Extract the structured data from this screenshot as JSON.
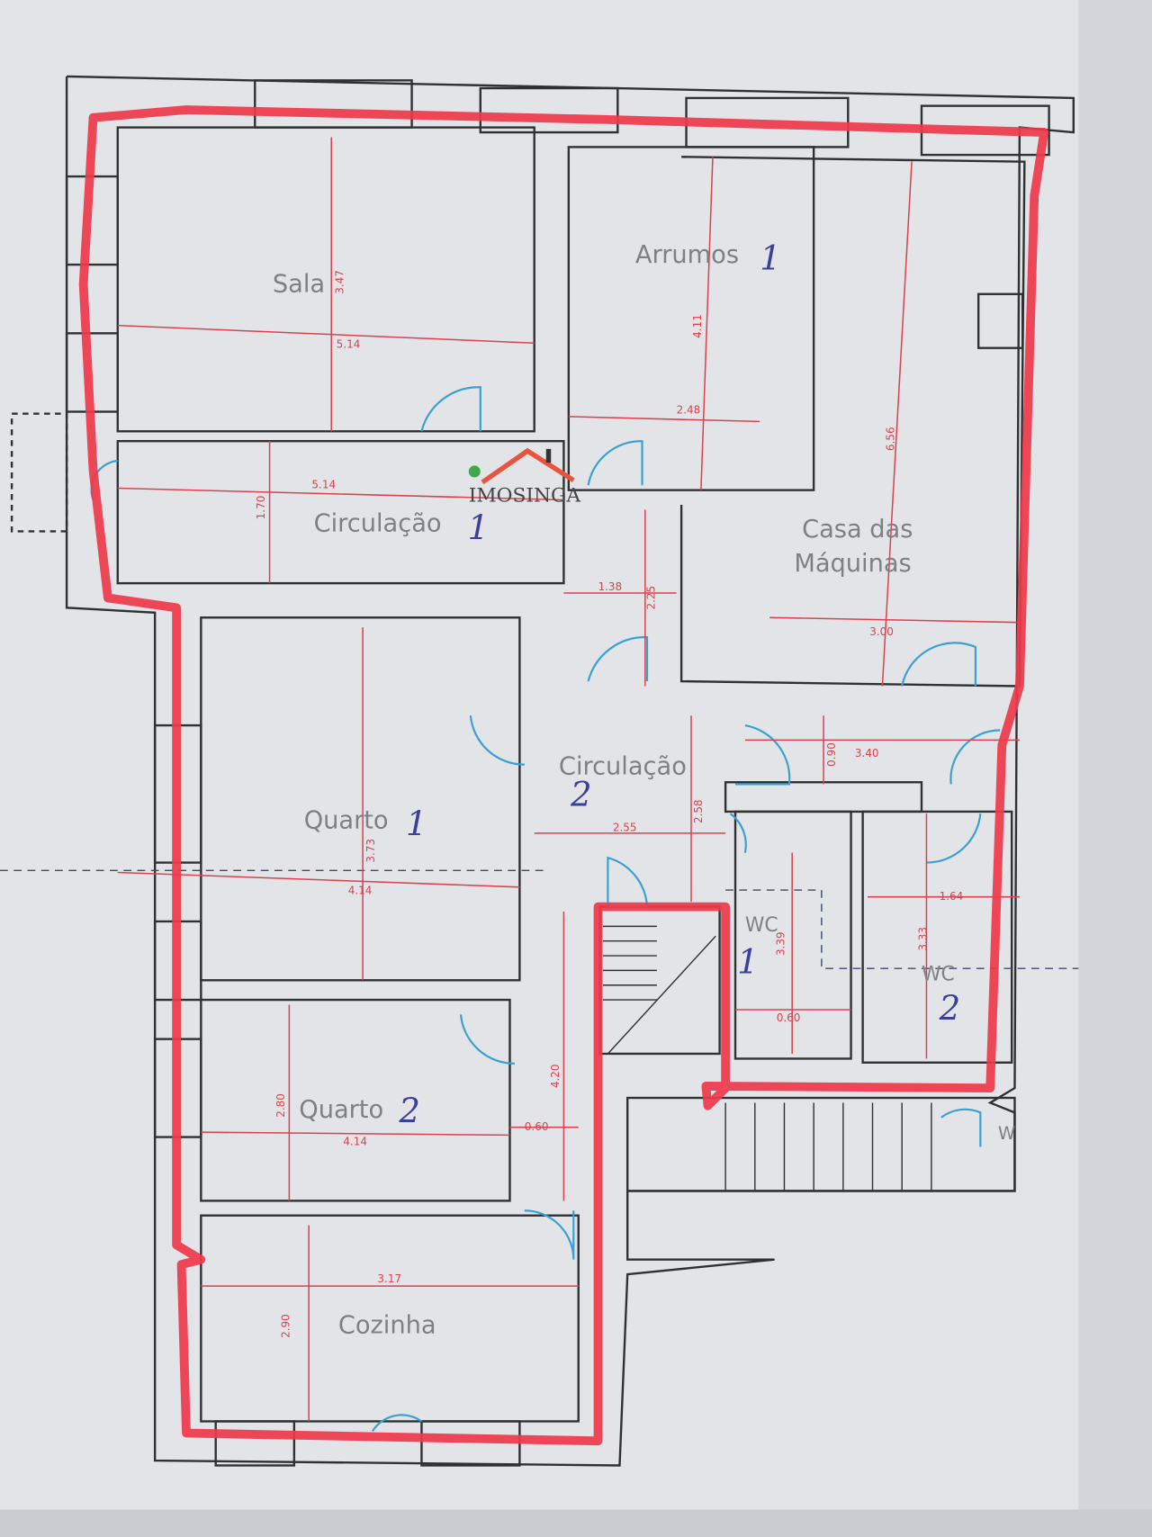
{
  "logo": {
    "text": "IMOSINGA",
    "accent": "#e8553e",
    "dot": "#3fa84a"
  },
  "rooms": [
    {
      "name": "Sala",
      "mark": ""
    },
    {
      "name": "Arrumos",
      "mark": "1"
    },
    {
      "name": "Casa das",
      "name2": "Máquinas",
      "mark": ""
    },
    {
      "name": "Circulação",
      "mark": "1"
    },
    {
      "name": "Quarto",
      "mark": "1"
    },
    {
      "name": "Circulação",
      "mark": "2"
    },
    {
      "name": "Quarto",
      "mark": "2"
    },
    {
      "name": "Cozinha",
      "mark": ""
    },
    {
      "name": "WC",
      "mark": "1"
    },
    {
      "name": "WC",
      "mark": "2"
    },
    {
      "name": "W",
      "mark": ""
    }
  ],
  "dimensions": [
    "3.47",
    "5.14",
    "4.11",
    "2.48",
    "6.56",
    "1.70",
    "5.14",
    "1.38",
    "2.25",
    "3.00",
    "0.90",
    "3.40",
    "3.73",
    "4.14",
    "2.55",
    "2.58",
    "3.39",
    "1.64",
    "3.33",
    "0.60",
    "4.20",
    "2.80",
    "4.14",
    "0.60",
    "3.17",
    "2.90"
  ],
  "colors": {
    "outline": "#ee3a4a",
    "walls": "#2f3133",
    "dimensions": "#d9434f",
    "doors": "#3aa0d0",
    "handwriting": "#3b3f9a"
  }
}
